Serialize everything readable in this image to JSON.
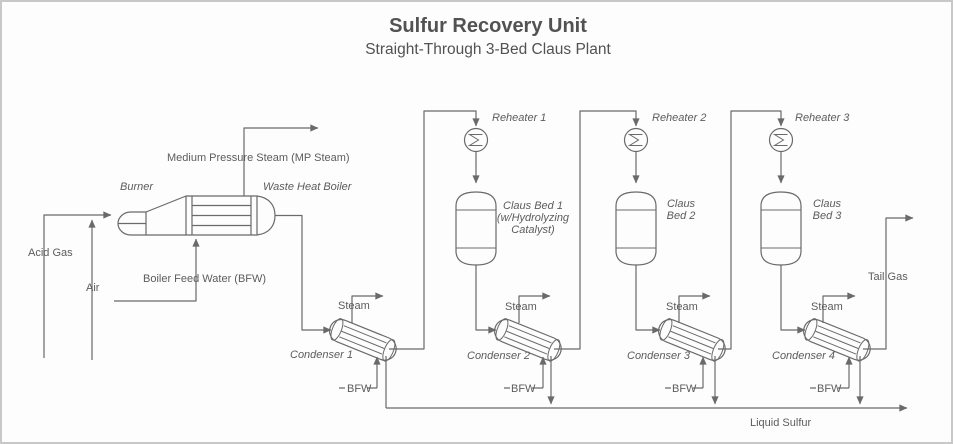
{
  "header": {
    "title": "Sulfur Recovery Unit",
    "subtitle": "Straight-Through 3-Bed Claus Plant"
  },
  "streams": {
    "acid_gas": "Acid Gas",
    "air": "Air",
    "mp_steam": "Medium Pressure Steam (MP Steam)",
    "boiler_feed_water": "Boiler Feed Water (BFW)",
    "steam": "Steam",
    "bfw": "BFW",
    "tail_gas": "Tail Gas",
    "liquid_sulfur": "Liquid Sulfur"
  },
  "equipment": {
    "burner": "Burner",
    "waste_heat_boiler": "Waste Heat Boiler",
    "reheaters": [
      "Reheater 1",
      "Reheater 2",
      "Reheater 3"
    ],
    "claus_beds": [
      {
        "lines": [
          "Claus Bed 1",
          "(w/Hydrolyzing",
          "Catalyst)"
        ]
      },
      {
        "lines": [
          "Claus",
          "Bed 2"
        ]
      },
      {
        "lines": [
          "Claus",
          "Bed 3"
        ]
      }
    ],
    "condensers": [
      "Condenser 1",
      "Condenser 2",
      "Condenser 3",
      "Condenser 4"
    ]
  },
  "colors": {
    "line": "#6a6a6a",
    "text": "#5c5c5c",
    "title": "#525252",
    "background": "#fdfdfd",
    "border": "#c8c8c8"
  }
}
